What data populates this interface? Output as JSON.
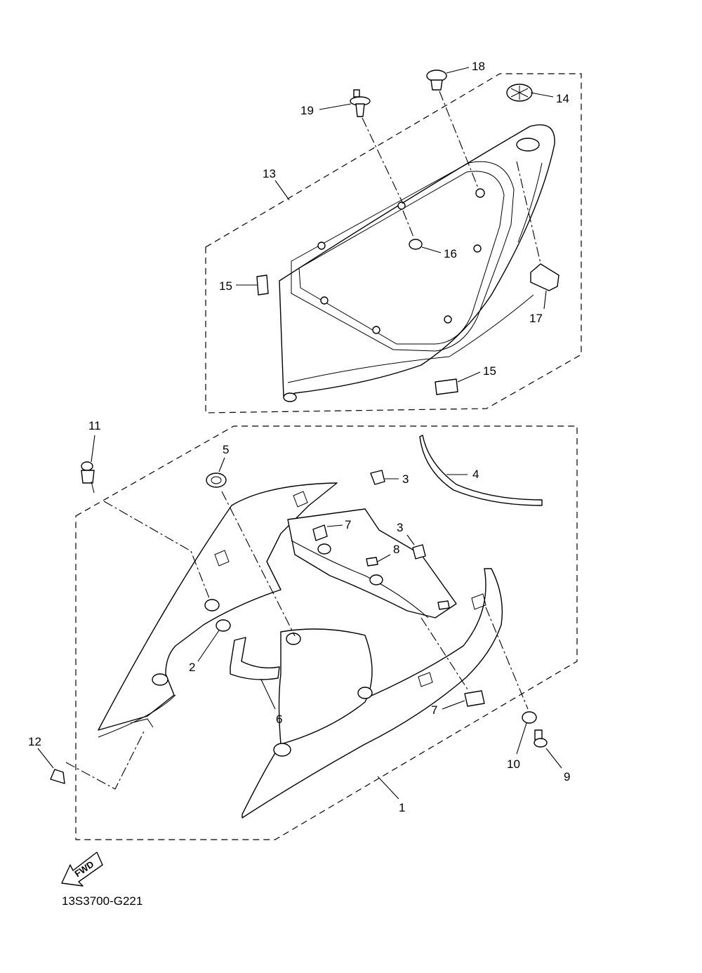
{
  "diagram": {
    "code": "13S3700-G221",
    "fwd_label": "FWD",
    "callouts": [
      {
        "id": "c1",
        "label": "1"
      },
      {
        "id": "c2",
        "label": "2"
      },
      {
        "id": "c3a",
        "label": "3"
      },
      {
        "id": "c3b",
        "label": "3"
      },
      {
        "id": "c4",
        "label": "4"
      },
      {
        "id": "c5",
        "label": "5"
      },
      {
        "id": "c6",
        "label": "6"
      },
      {
        "id": "c7a",
        "label": "7"
      },
      {
        "id": "c7b",
        "label": "7"
      },
      {
        "id": "c8",
        "label": "8"
      },
      {
        "id": "c9",
        "label": "9"
      },
      {
        "id": "c10",
        "label": "10"
      },
      {
        "id": "c11",
        "label": "11"
      },
      {
        "id": "c12",
        "label": "12"
      },
      {
        "id": "c13",
        "label": "13"
      },
      {
        "id": "c14",
        "label": "14"
      },
      {
        "id": "c15a",
        "label": "15"
      },
      {
        "id": "c15b",
        "label": "15"
      },
      {
        "id": "c16",
        "label": "16"
      },
      {
        "id": "c17",
        "label": "17"
      },
      {
        "id": "c18",
        "label": "18"
      },
      {
        "id": "c19",
        "label": "19"
      }
    ]
  }
}
